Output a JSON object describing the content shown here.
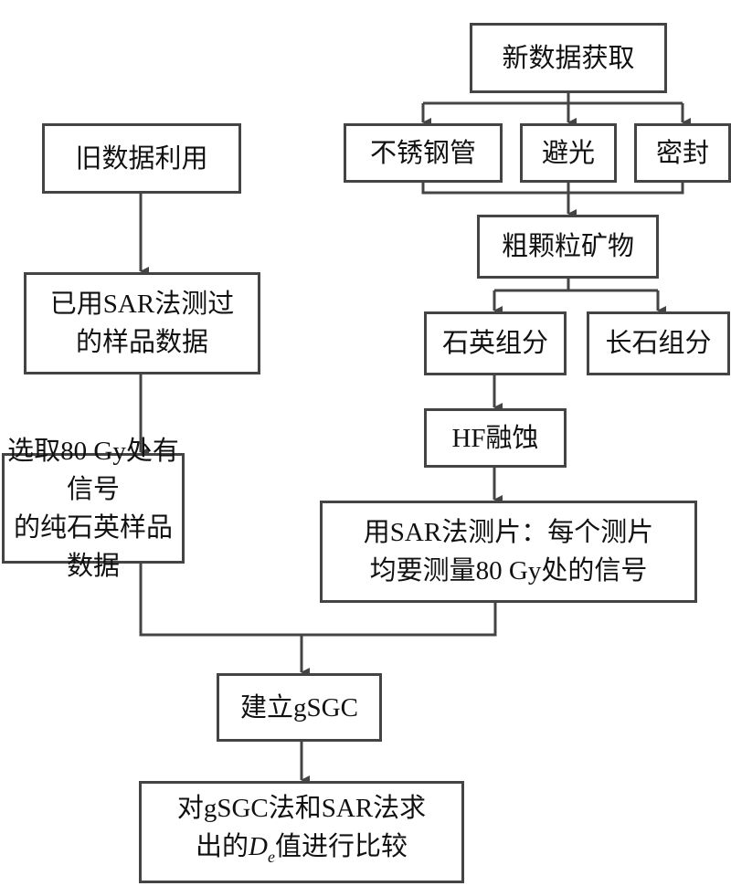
{
  "diagram": {
    "type": "flowchart",
    "nodes": {
      "new_data": {
        "label": "新数据获取"
      },
      "stainless_tube": {
        "label": "不锈钢管"
      },
      "light_shield": {
        "label": "避光"
      },
      "sealed": {
        "label": "密封"
      },
      "coarse_minerals": {
        "label": "粗颗粒矿物"
      },
      "quartz": {
        "label": "石英组分"
      },
      "feldspar": {
        "label": "长石组分"
      },
      "hf_etch": {
        "label": "HF融蚀"
      },
      "sar_measure": {
        "line1": "用SAR法测片：每个测片",
        "line2": "均要测量80 Gy处的信号"
      },
      "old_data": {
        "label": "旧数据利用"
      },
      "sar_measured": {
        "line1": "已用SAR法测过",
        "line2": "的样品数据"
      },
      "select_80gy": {
        "line1": "选取80 Gy处有信号",
        "line2": "的纯石英样品数据"
      },
      "build_gsgc": {
        "label": "建立gSGC"
      },
      "compare": {
        "line1": "对gSGC法和SAR法求",
        "line2_prefix": "出的",
        "line2_symbol": "D",
        "line2_subscript": "e",
        "line2_suffix": "值进行比较"
      }
    },
    "edges": [
      [
        "new_data",
        "stainless_tube"
      ],
      [
        "new_data",
        "light_shield"
      ],
      [
        "new_data",
        "sealed"
      ],
      [
        "stainless_tube",
        "coarse_minerals"
      ],
      [
        "light_shield",
        "coarse_minerals"
      ],
      [
        "sealed",
        "coarse_minerals"
      ],
      [
        "coarse_minerals",
        "quartz"
      ],
      [
        "coarse_minerals",
        "feldspar"
      ],
      [
        "quartz",
        "hf_etch"
      ],
      [
        "hf_etch",
        "sar_measure"
      ],
      [
        "old_data",
        "sar_measured"
      ],
      [
        "sar_measured",
        "select_80gy"
      ],
      [
        "select_80gy",
        "build_gsgc"
      ],
      [
        "sar_measure",
        "build_gsgc"
      ],
      [
        "build_gsgc",
        "compare"
      ]
    ],
    "colors": {
      "stroke": "#444444",
      "text": "#111111",
      "background": "#ffffff"
    }
  }
}
